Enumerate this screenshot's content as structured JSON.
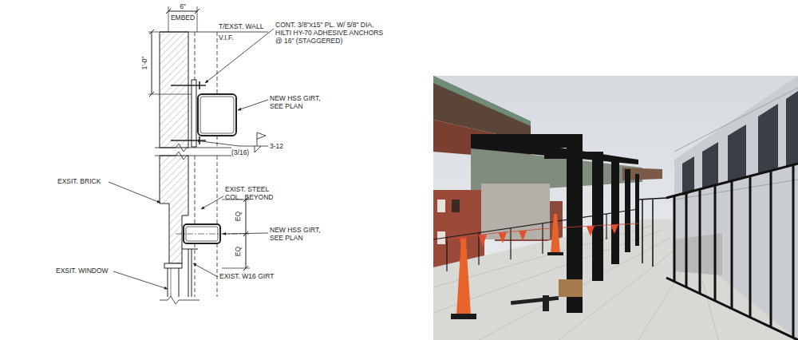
{
  "diagram": {
    "labels": [
      "6\"",
      "EMBED",
      "1'-0\"",
      "T/EXST. WALL",
      "V.I.F.",
      "CONT. 3/8\"x15\" PL. W/ 5/8\" DIA. HILTI HY-70 ADHESIVE ANCHORS @ 16\" (STAGGERED)",
      "NEW HSS GIRT, SEE PLAN",
      "(3/16)",
      "3-12",
      "EXSIT. BRICK",
      "EXIST. STEEL COL., BEYOND",
      "EQ",
      "EQ",
      "NEW HSS GIRT, SEE PLAN",
      "EXSIT. WINDOW",
      "EXIST. W16 GIRT"
    ]
  }
}
